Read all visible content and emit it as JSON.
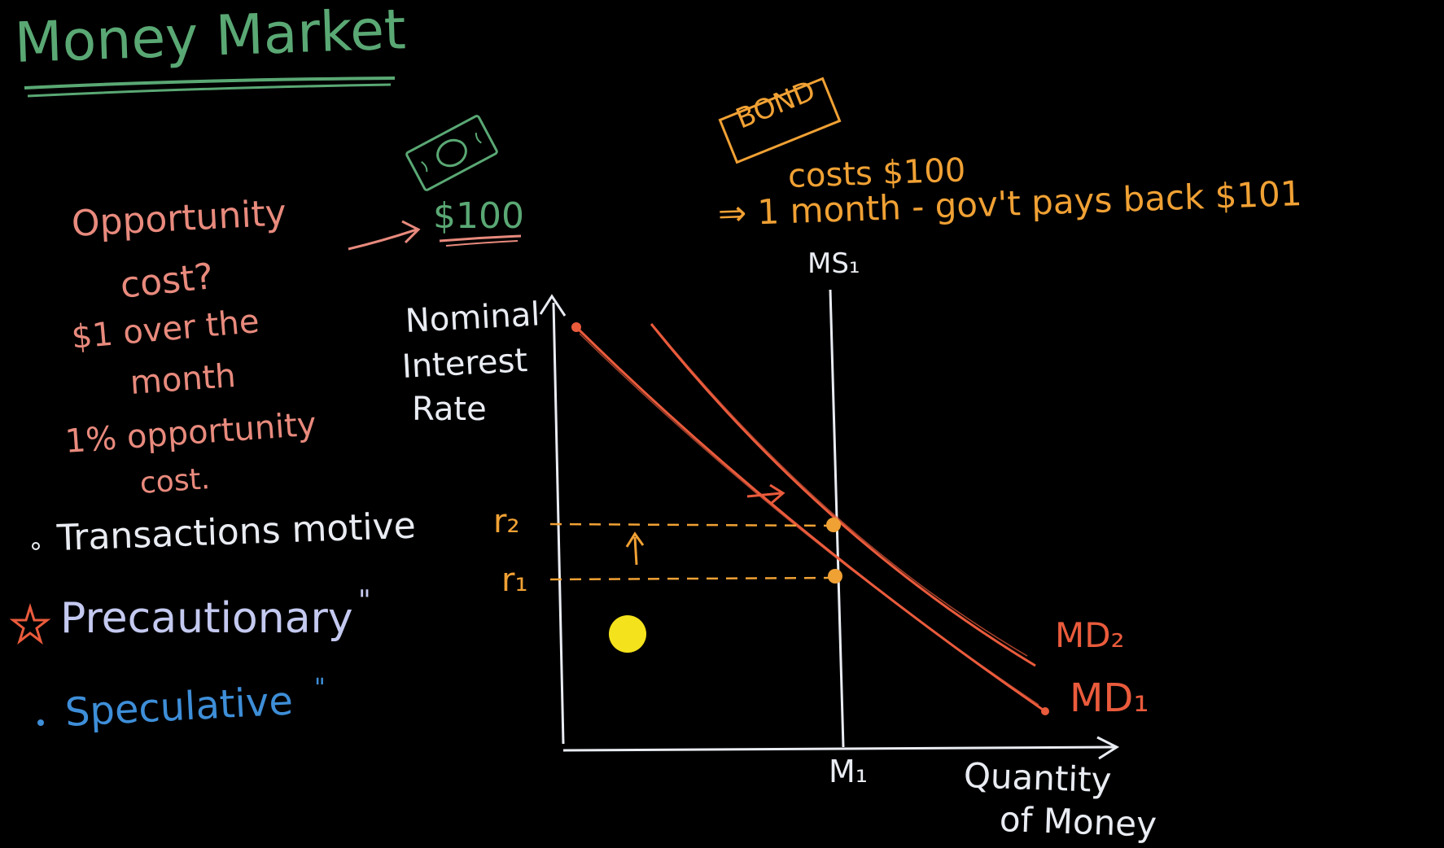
{
  "title": "Money Market",
  "colors": {
    "background": "#000000",
    "title": "#5aa874",
    "note": "#e88a7d",
    "bond": "#f0a134",
    "axis": "#e9ecf2",
    "demand": "#ea5b3c",
    "precautionary": "#c4c9f0",
    "speculative": "#3e8ed8",
    "dot": "#f4e21c"
  },
  "cash": {
    "amount": "$100",
    "icon": "dollar-bill-icon"
  },
  "opportunity": {
    "question_line1": "Opportunity",
    "question_line2": "cost?",
    "gain_line1": "$1 over the",
    "gain_line2": "month",
    "pct_line1": "1% opportunity",
    "pct_line2": "cost."
  },
  "bond": {
    "label": "BOND",
    "cost": "costs $100",
    "terms": "⇒ 1 month - gov't pays back $101"
  },
  "motives": {
    "transactions": "Transactions motive",
    "precautionary": "Precautionary",
    "precautionary_ditto": "\"",
    "speculative": "Speculative",
    "speculative_ditto": "\""
  },
  "chart": {
    "ylabel_line1": "Nominal",
    "ylabel_line2": "Interest",
    "ylabel_line3": "Rate",
    "xlabel_line1": "Quantity",
    "xlabel_line2": "of Money",
    "supply_label": "MS₁",
    "m1_label": "M₁",
    "r2_label": "r₂",
    "r1_label": "r₁",
    "md1_label": "MD₁",
    "md2_label": "MD₂"
  }
}
